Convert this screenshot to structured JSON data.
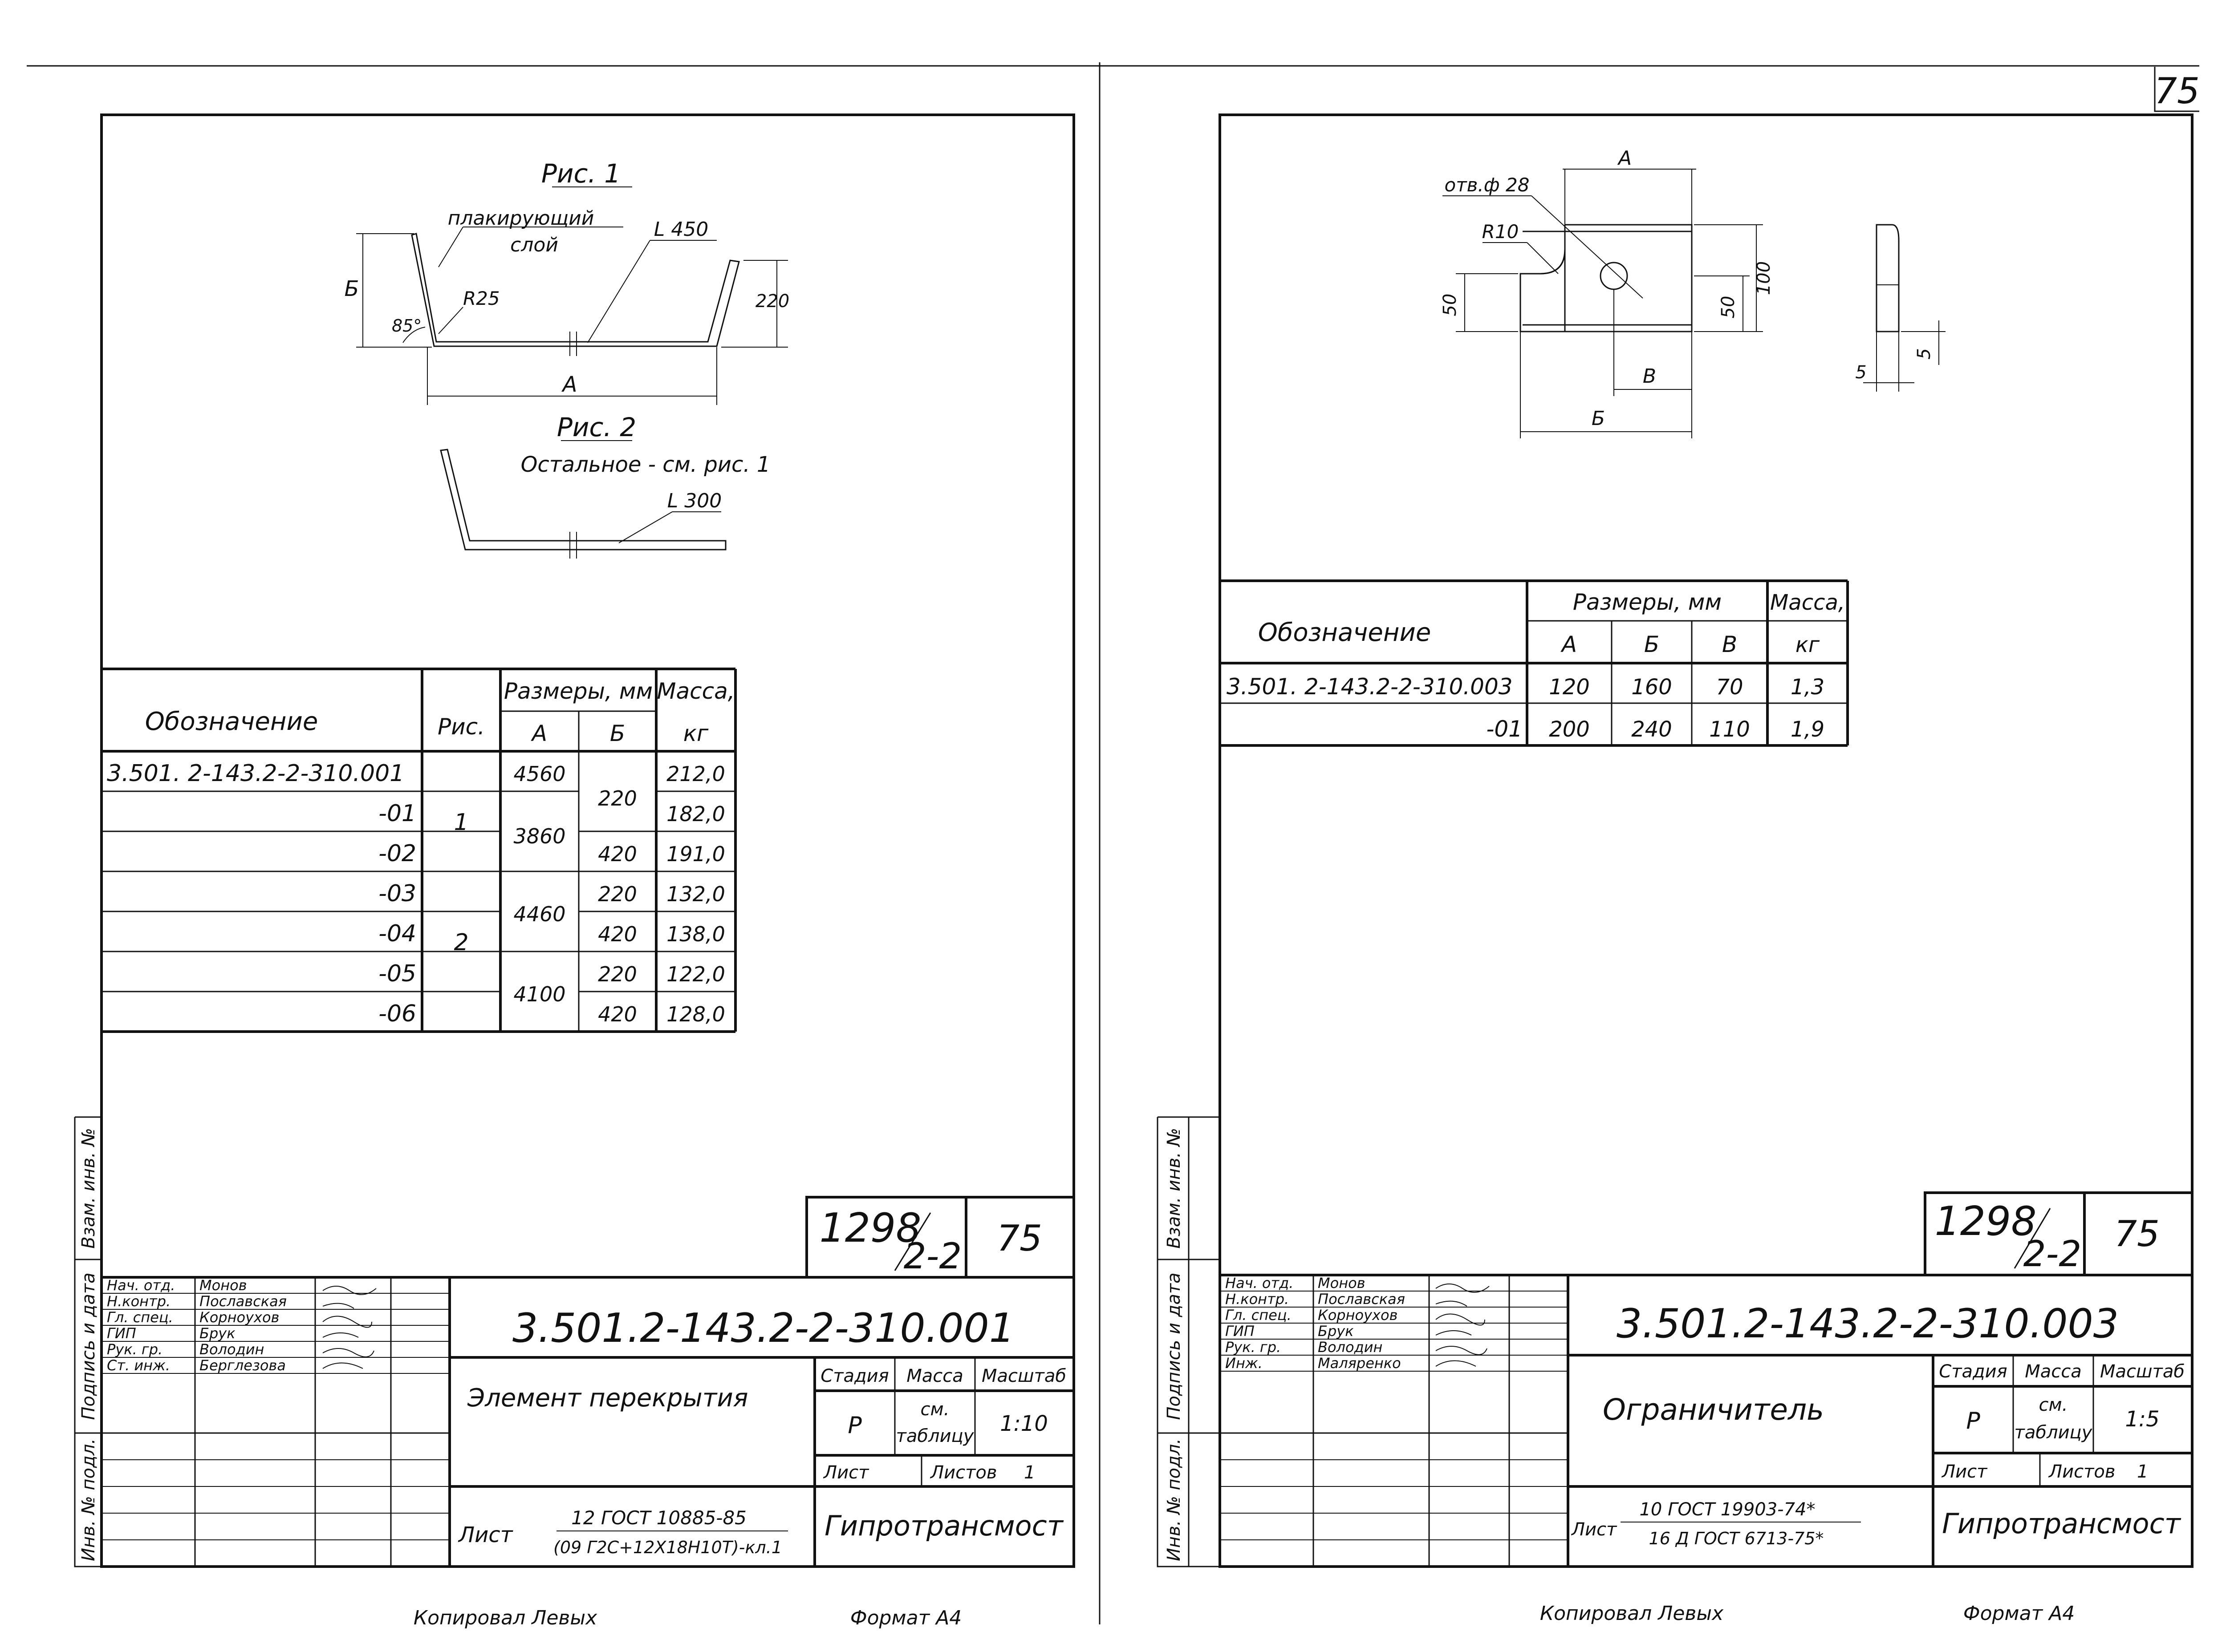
{
  "page_number": "75",
  "left_sheet": {
    "fig1_title": "Рис. 1",
    "fig1_label_layer1": "плакирующий",
    "fig1_label_layer2": "слой",
    "fig1_angle": "L 450",
    "fig1_radius": "R25",
    "fig1_bend_angle": "85°",
    "fig1_dim_b": "Б",
    "fig1_dim_a": "А",
    "fig1_dim_220": "220",
    "fig2_title": "Рис. 2",
    "fig2_note": "Остальное - см. рис. 1",
    "fig2_angle": "L 300",
    "table": {
      "h_designation": "Обозначение",
      "h_fig": "Рис.",
      "h_dims": "Размеры, мм",
      "h_mass": "Масса,",
      "h_a": "А",
      "h_b": "Б",
      "h_kg": "кг",
      "rows": [
        {
          "des": "3.501. 2-143.2-2-310.001",
          "m": "212,0"
        },
        {
          "des": "-01",
          "m": "182,0"
        },
        {
          "des": "-02",
          "m": "191,0"
        },
        {
          "des": "-03",
          "m": "132,0"
        },
        {
          "des": "-04",
          "m": "138,0"
        },
        {
          "des": "-05",
          "m": "122,0"
        },
        {
          "des": "-06",
          "m": "128,0"
        }
      ],
      "fig_1": "1",
      "fig_2": "2",
      "a_4560": "4560",
      "a_3860": "3860",
      "a_4460": "4460",
      "a_4100": "4100",
      "b_220a": "220",
      "b_420a": "420",
      "b_220b": "220",
      "b_420b": "420",
      "b_220c": "220",
      "b_420c": "420"
    },
    "stamp": {
      "series_num": "1298",
      "series_den": "2-2",
      "sheet_no": "75",
      "code": "3.501.2-143.2-2-310.001",
      "roles": [
        "Нач. отд.",
        "Н.контр.",
        "Гл. спец.",
        "ГИП",
        "Рук. гр.",
        "Ст. инж."
      ],
      "names": [
        "Монов",
        "Пославская",
        "Корноухов",
        "Брук",
        "Володин",
        "Берглезова"
      ],
      "title": "Элемент перекрытия",
      "h_stage": "Стадия",
      "h_mass": "Масса",
      "h_scale": "Масштаб",
      "stage": "Р",
      "mass1": "см.",
      "mass2": "таблицу",
      "scale": "1:10",
      "sheet_label": "Лист",
      "sheets_label": "Листов",
      "sheets_value": "1",
      "material_prefix": "Лист",
      "material1": "12 ГОСТ 10885-85",
      "material2": "(09 Г2С+12Х18Н10Т)-кл.1",
      "org": "Гипротрансмост"
    },
    "side_labels": [
      "Взам. инв. №",
      "Подпись и дата",
      "Инв. № подл."
    ],
    "footer_copied": "Копировал Левых",
    "footer_format": "Формат А4"
  },
  "right_sheet": {
    "drw_a": "А",
    "drw_hole": "отв.ф 28",
    "drw_r10": "R10",
    "drw_50a": "50",
    "drw_50b": "50",
    "drw_100": "100",
    "drw_v": "В",
    "drw_b": "Б",
    "drw_5a": "5",
    "drw_5b": "5",
    "table": {
      "h_designation": "Обозначение",
      "h_dims": "Размеры, мм",
      "h_mass": "Масса,",
      "h_a": "А",
      "h_b": "Б",
      "h_v": "В",
      "h_kg": "кг",
      "rows": [
        {
          "des": "3.501. 2-143.2-2-310.003",
          "a": "120",
          "b": "160",
          "v": "70",
          "m": "1,3"
        },
        {
          "des": "-01",
          "a": "200",
          "b": "240",
          "v": "110",
          "m": "1,9"
        }
      ]
    },
    "stamp": {
      "series_num": "1298",
      "series_den": "2-2",
      "sheet_no": "75",
      "code": "3.501.2-143.2-2-310.003",
      "roles": [
        "Нач. отд.",
        "Н.контр.",
        "Гл. спец.",
        "ГИП",
        "Рук. гр.",
        "Инж."
      ],
      "names": [
        "Монов",
        "Пославская",
        "Корноухов",
        "Брук",
        "Володин",
        "Маляренко"
      ],
      "title": "Ограничитель",
      "h_stage": "Стадия",
      "h_mass": "Масса",
      "h_scale": "Масштаб",
      "stage": "Р",
      "mass1": "см.",
      "mass2": "таблицу",
      "scale": "1:5",
      "sheet_label": "Лист",
      "sheets_label": "Листов",
      "sheets_value": "1",
      "material_prefix": "Лист",
      "material1": "10 ГОСТ 19903-74*",
      "material2": "16 Д ГОСТ 6713-75*",
      "org": "Гипротрансмост"
    },
    "side_labels": [
      "Взам. инв. №",
      "Подпись и дата",
      "Инв. № подл."
    ],
    "footer_copied": "Копировал Левых",
    "footer_format": "Формат А4"
  }
}
